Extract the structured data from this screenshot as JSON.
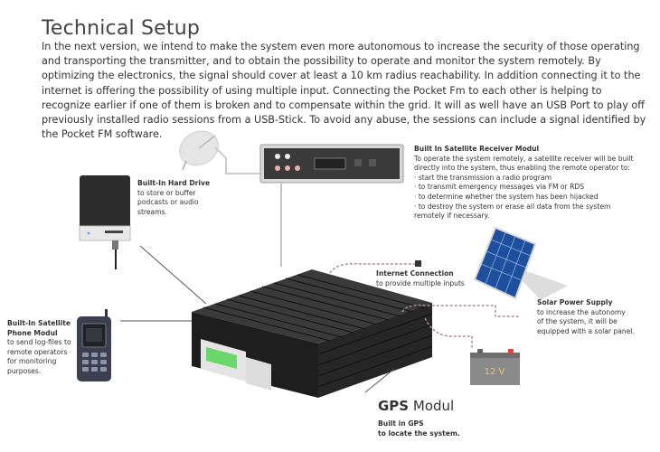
{
  "title": "Technical Setup",
  "intro": "In the next version, we intend to make the system even more autonomous to increase the security of those operating and transporting the transmitter, and to obtain the possibility to operate and monitor the system remotely. By optimizing the electronics, the signal should cover at least a 10 km radius reachability. In addition connecting it to the internet is offering the possibility of using multiple input. Connecting the Pocket Fm to each other is helping to recognize earlier if one of them is broken and to compensate within the grid. It will as well have an USB Port to play off previously installed radio sessions from a USB-Stick. To avoid any abuse, the sessions can include a signal identified by the Pocket FM software.",
  "satellite_receiver": {
    "heading": "Built In Satellite Receiver Modul",
    "lines": [
      "To operate the system remotely, a satellite receiver will be built",
      "directly into the system, thus enabling the remote operator to:",
      "· start the transmission a radio program",
      "· to transmit emergency messages via FM or RDS",
      "· to determine whether the system has been hijacked",
      "· to destroy the system or erase all data from the system",
      "remotely if necessary."
    ]
  },
  "hard_drive": {
    "heading": "Built-In Hard Drive",
    "lines": [
      "to store or buffer",
      "podcasts or audio",
      "streams."
    ]
  },
  "internet": {
    "heading": "Internet Connection",
    "lines": [
      "to provide multiple inputs"
    ]
  },
  "solar": {
    "heading": "Solar Power Supply",
    "lines": [
      "to increase the autonomy",
      "of the system, it will be",
      "equipped with a solar panel."
    ]
  },
  "phone": {
    "heading_lines": [
      "Built-In Satellite",
      "Phone Modul"
    ],
    "lines": [
      "to send log-files to",
      "remote operators",
      "for monitoring",
      "purposes."
    ]
  },
  "battery_label": "12 V",
  "gps": {
    "title_strong": "GPS",
    "title_rest": " Modul",
    "heading_lines": [
      "Built in GPS",
      "to locate the system."
    ]
  },
  "colors": {
    "device_dark": "#2a2a2a",
    "lcd_green": "#6bd66b",
    "solar_blue": "#1e4f9c",
    "battery_red": "#d84b3a",
    "connector_dash": "#b08b8b"
  }
}
